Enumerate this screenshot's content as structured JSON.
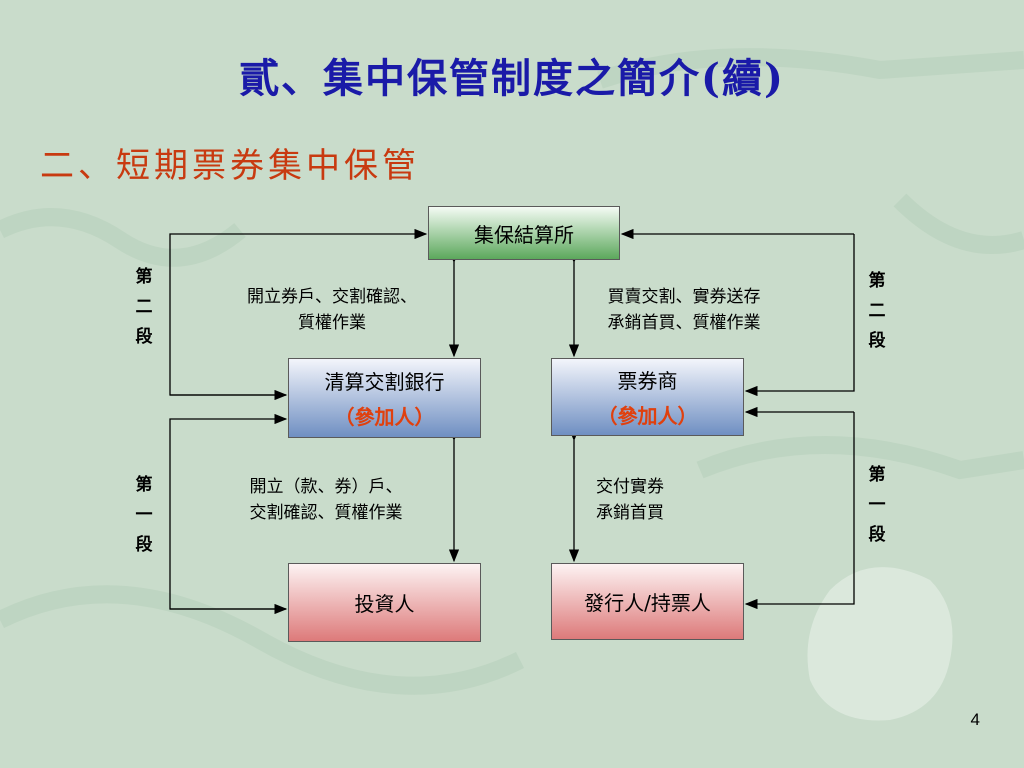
{
  "slide": {
    "title": "貳、集中保管制度之簡介(續)",
    "subtitle": "二、短期票券集中保管",
    "page_number": "4"
  },
  "nodes": {
    "tdcc": {
      "label": "集保結算所"
    },
    "clearing_bank": {
      "label": "清算交割銀行",
      "sub": "（參加人）"
    },
    "dealer": {
      "label": "票券商",
      "sub": "（參加人）"
    },
    "investor": {
      "label": "投資人"
    },
    "issuer": {
      "label": "發行人/持票人"
    }
  },
  "edge_labels": {
    "bank_tdcc": [
      "開立券戶、交割確認、",
      "質權作業"
    ],
    "dealer_tdcc": [
      "買賣交割、實券送存",
      "承銷首買、質權作業"
    ],
    "investor_bank": [
      "開立（款、券）戶、",
      "交割確認、質權作業"
    ],
    "issuer_dealer": [
      "交付實券",
      "承銷首買"
    ]
  },
  "stage_labels": {
    "left_upper": [
      "第",
      "二",
      "段"
    ],
    "left_lower": [
      "第",
      "一",
      "段"
    ],
    "right_upper": [
      "第",
      "二",
      "段"
    ],
    "right_lower": [
      "第",
      "一",
      "段"
    ]
  },
  "colors": {
    "title": "#1a1aa8",
    "subtitle": "#c83a10",
    "participant": "#e0400e",
    "background": "#c9dccb"
  }
}
